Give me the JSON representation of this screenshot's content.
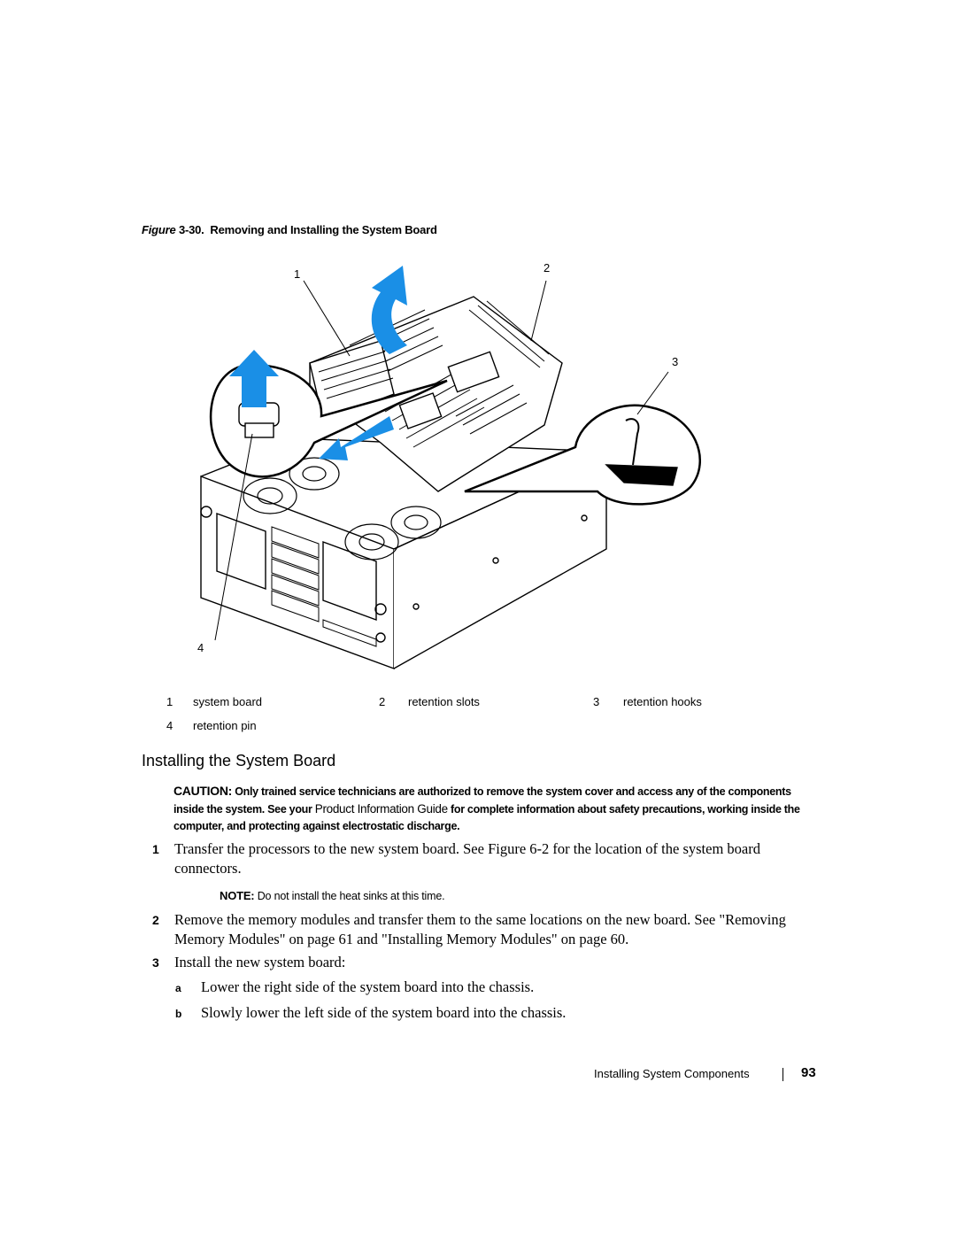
{
  "figure": {
    "caption_prefix": "Figure",
    "caption_number": " 3-30.",
    "caption_title": "Removing and Installing the System Board",
    "callouts": [
      "1",
      "2",
      "3",
      "4"
    ]
  },
  "legend": [
    {
      "num": "1",
      "label": "system board"
    },
    {
      "num": "2",
      "label": "retention slots"
    },
    {
      "num": "3",
      "label": "retention hooks"
    },
    {
      "num": "4",
      "label": "retention pin"
    }
  ],
  "section_heading": "Installing the System Board",
  "caution": {
    "label": "CAUTION:",
    "text_1": " Only trained service technicians are authorized to remove the system cover and access any of the components inside the system. See your ",
    "doc_title": "Product Information Guide",
    "text_2": " for complete information about safety precautions, working inside the computer, and protecting against electrostatic discharge."
  },
  "steps": [
    {
      "num": "1",
      "text": "Transfer the processors to the new system board. See Figure 6-2 for the location of the system board connectors."
    },
    {
      "num": "2",
      "text": "Remove the memory modules and transfer them to the same locations on the new board. See \"Removing Memory Modules\" on page 61 and \"Installing Memory Modules\" on page 60."
    },
    {
      "num": "3",
      "text": "Install the new system board:"
    }
  ],
  "note": {
    "label": "NOTE:",
    "text": " Do not install the heat sinks at this time."
  },
  "substeps": [
    {
      "letter": "a",
      "text": "Lower the right side of the system board into the chassis."
    },
    {
      "letter": "b",
      "text": "Slowly lower the left side of the system board into the chassis."
    }
  ],
  "footer": {
    "section": "Installing System Components",
    "page": "93"
  },
  "colors": {
    "arrow_blue": "#1a8fe6",
    "ink": "#000000"
  }
}
